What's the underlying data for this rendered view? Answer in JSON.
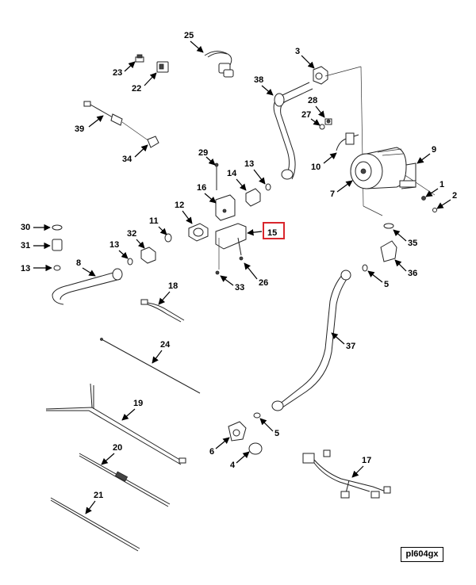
{
  "callouts": {
    "c1": "1",
    "c2": "2",
    "c3": "3",
    "c4": "4",
    "c5a": "5",
    "c5b": "5",
    "c6": "6",
    "c7": "7",
    "c8": "8",
    "c9": "9",
    "c10": "10",
    "c11": "11",
    "c12": "12",
    "c13a": "13",
    "c13b": "13",
    "c13c": "13",
    "c14": "14",
    "c15": "15",
    "c16": "16",
    "c17": "17",
    "c18": "18",
    "c19": "19",
    "c20": "20",
    "c21": "21",
    "c22": "22",
    "c23": "23",
    "c24": "24",
    "c25": "25",
    "c26": "26",
    "c27": "27",
    "c28": "28",
    "c29": "29",
    "c30": "30",
    "c31": "31",
    "c32": "32",
    "c33": "33",
    "c34": "34",
    "c35": "35",
    "c36": "36",
    "c37": "37",
    "c38": "38",
    "c39": "39"
  },
  "highlighted_callout": "15",
  "highlight_color": "#d9262c",
  "plate_id": "pl604gx"
}
